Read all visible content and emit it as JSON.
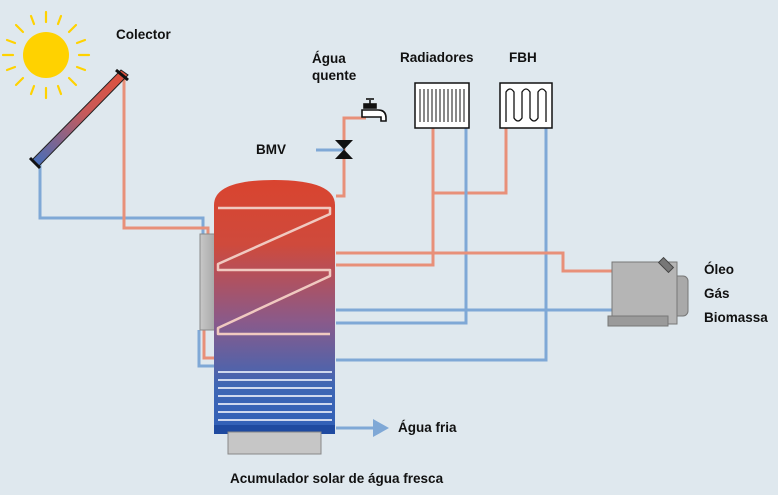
{
  "labels": {
    "collector": "Colector",
    "hot_water_line1": "Água",
    "hot_water_line2": "quente",
    "radiators": "Radiadores",
    "fbh": "FBH",
    "bmv": "BMV",
    "fuel_oil": "Óleo",
    "fuel_gas": "Gás",
    "fuel_biomass": "Biomassa",
    "cold_water": "Água fria",
    "caption": "Acumulador solar de água fresca"
  },
  "colors": {
    "background": "#dfe8ee",
    "hot_pipe": "#e89079",
    "cold_pipe": "#7fa8d6",
    "tank_top": "#d9442f",
    "tank_bottom": "#2f5fb8",
    "sun": "#ffd200",
    "equipment_gray": "#b5b5b5"
  },
  "icons": [
    "sun-icon",
    "solar-collector-icon",
    "tap-icon",
    "mixing-valve-icon",
    "radiator-icon",
    "floor-heating-icon",
    "boiler-icon",
    "storage-tank-icon"
  ]
}
